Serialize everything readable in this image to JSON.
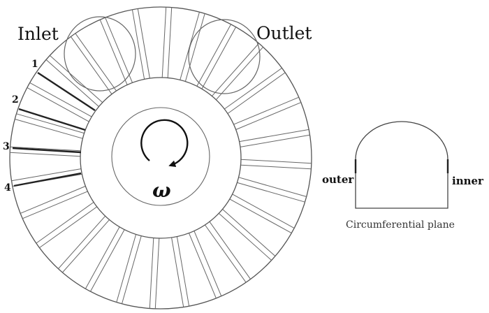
{
  "labels": {
    "inlet": "Inlet",
    "outlet": "Outlet",
    "omega": "ω",
    "outer": "outer",
    "inner": "inner",
    "caption": "Circumferential plane"
  },
  "numbered_channels": [
    "1",
    "2",
    "3",
    "4"
  ],
  "rotor": {
    "channel_count": 28,
    "rotation": "clockwise"
  },
  "colors": {
    "line": "#555555",
    "highlight": "#222222",
    "text": "#111111"
  },
  "icons": {
    "rotation": "curved-arrow-icon",
    "port": "circle-port-icon"
  }
}
